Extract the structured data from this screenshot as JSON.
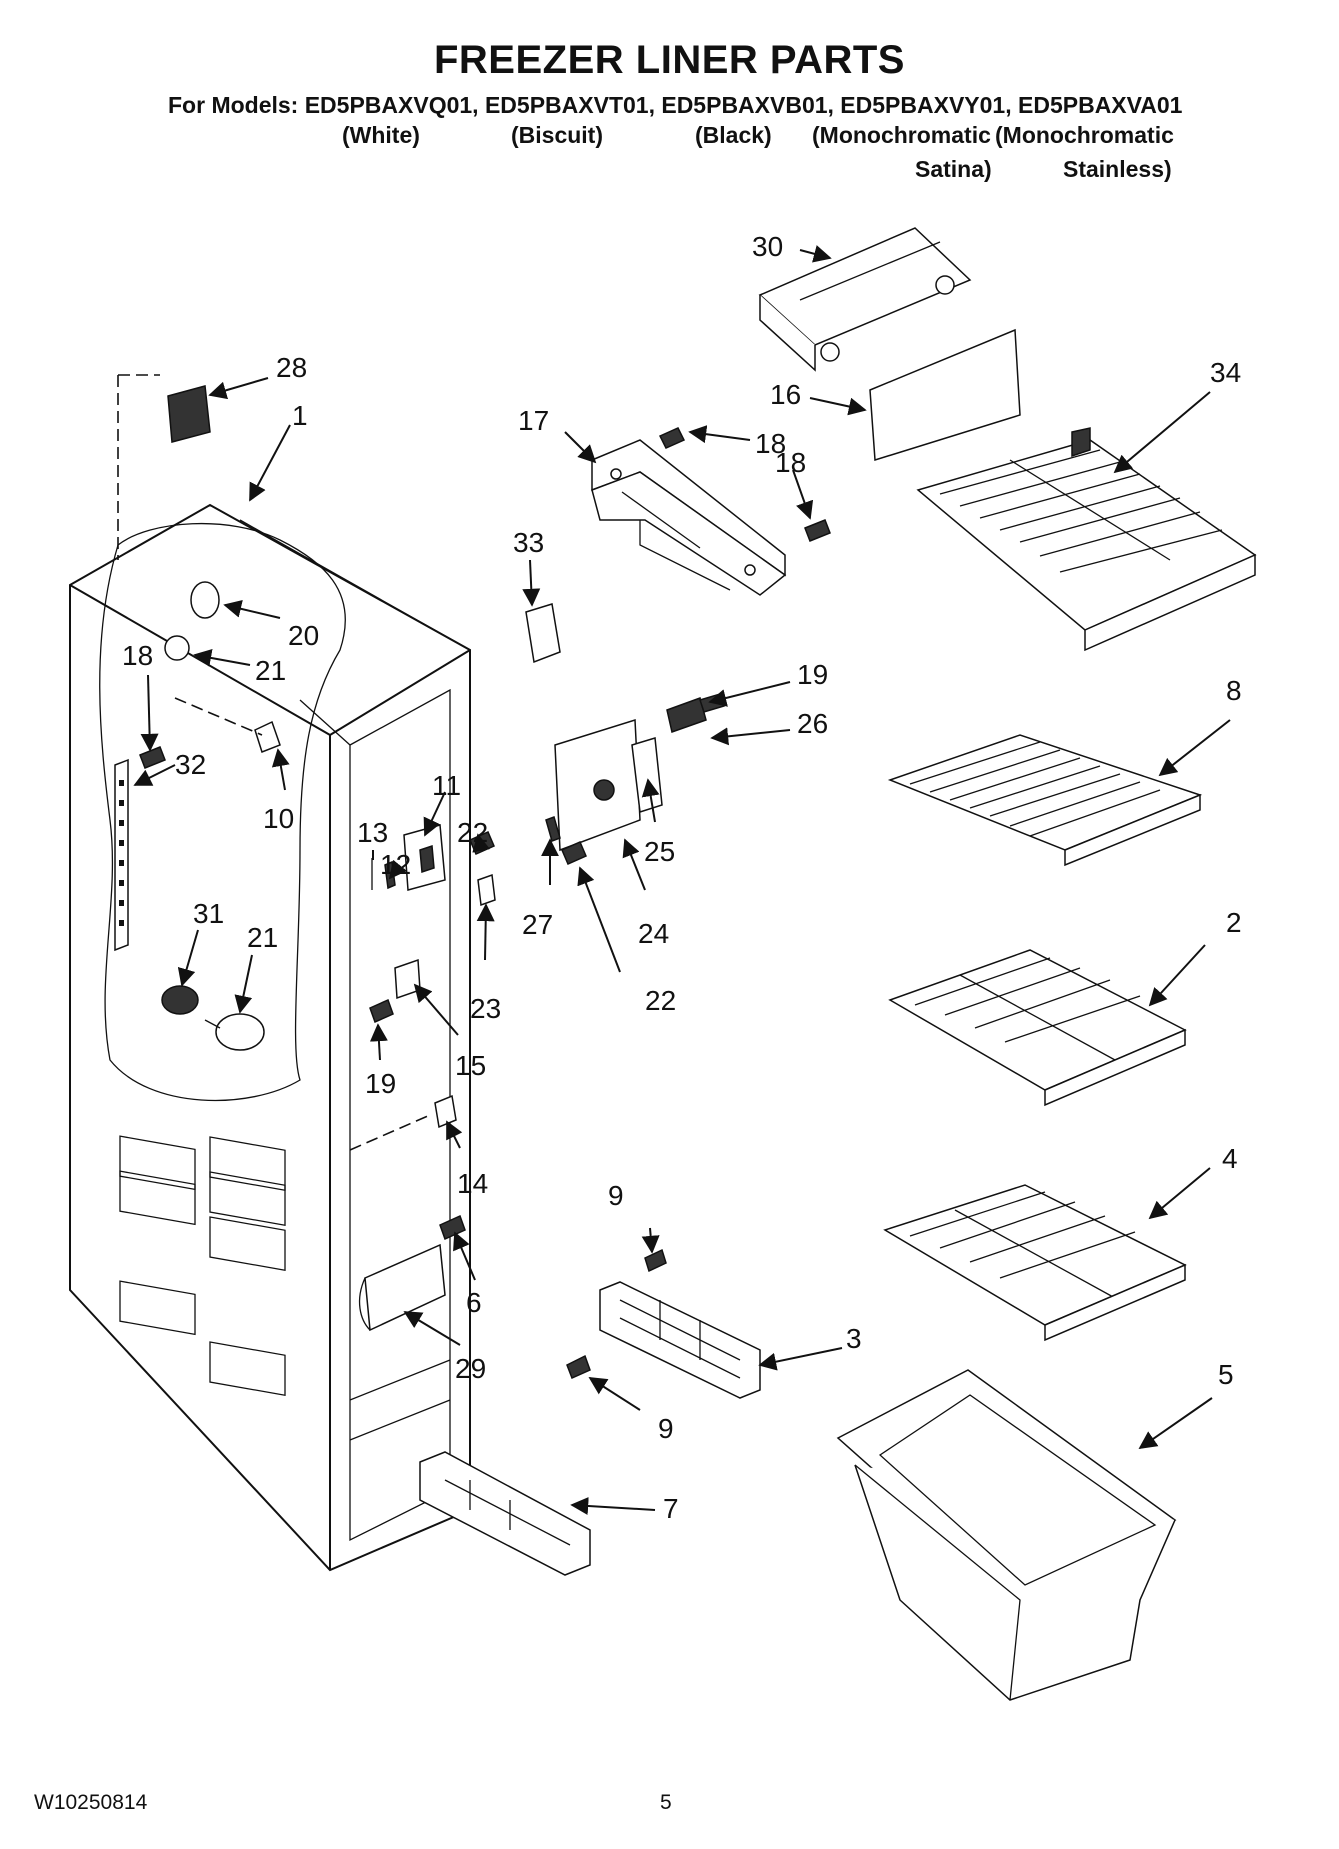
{
  "header": {
    "title": "FREEZER LINER PARTS",
    "models_line": "For Models: ED5PBAXVQ01, ED5PBAXVT01, ED5PBAXVB01, ED5PBAXVY01, ED5PBAXVA01",
    "variants": [
      "(White)",
      "(Biscuit)",
      "(Black)",
      "(Monochromatic",
      "(Monochromatic",
      "Satina)",
      "Stainless)"
    ]
  },
  "callouts": [
    "30",
    "16",
    "28",
    "1",
    "17",
    "18",
    "34",
    "18",
    "33",
    "20",
    "21",
    "18",
    "19",
    "26",
    "8",
    "32",
    "10",
    "11",
    "13",
    "22",
    "12",
    "25",
    "27",
    "24",
    "31",
    "21",
    "23",
    "22",
    "2",
    "15",
    "19",
    "14",
    "9",
    "4",
    "6",
    "3",
    "29",
    "5",
    "9",
    "7"
  ],
  "footer": {
    "doc_number": "W10250814",
    "page_number": "5"
  }
}
